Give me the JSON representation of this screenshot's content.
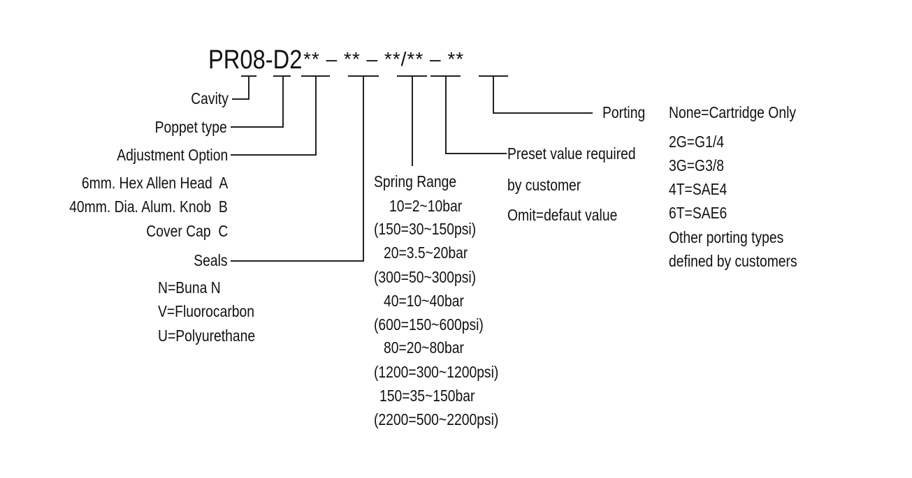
{
  "model_prefix": "PR08-D2",
  "code_pattern": "** – ** – **/** – **",
  "fields": {
    "cavity": "Cavity",
    "poppet": "Poppet type",
    "adjustment": "Adjustment Option",
    "adjustment_options": [
      "6mm. Hex Allen Head  A",
      "40mm. Dia. Alum. Knob  B",
      "Cover Cap  C"
    ],
    "seals": "Seals",
    "seal_options": [
      "N=Buna N",
      "V=Fluorocarbon",
      "U=Polyurethane"
    ],
    "spring": "Spring Range",
    "spring_options": [
      "10=2~10bar",
      "(150=30~150psi)",
      "20=3.5~20bar",
      "(300=50~300psi)",
      "40=10~40bar",
      "(600=150~600psi)",
      "80=20~80bar",
      "(1200=300~1200psi)",
      "150=35~150bar",
      "(2200=500~2200psi)"
    ],
    "preset": [
      "Preset value required",
      "by customer",
      "Omit=defaut value"
    ],
    "porting": "Porting",
    "porting_options": [
      "None=Cartridge Only",
      "2G=G1/4",
      "3G=G3/8",
      "4T=SAE4",
      "6T=SAE6",
      "Other porting types",
      "defined by customers"
    ]
  }
}
